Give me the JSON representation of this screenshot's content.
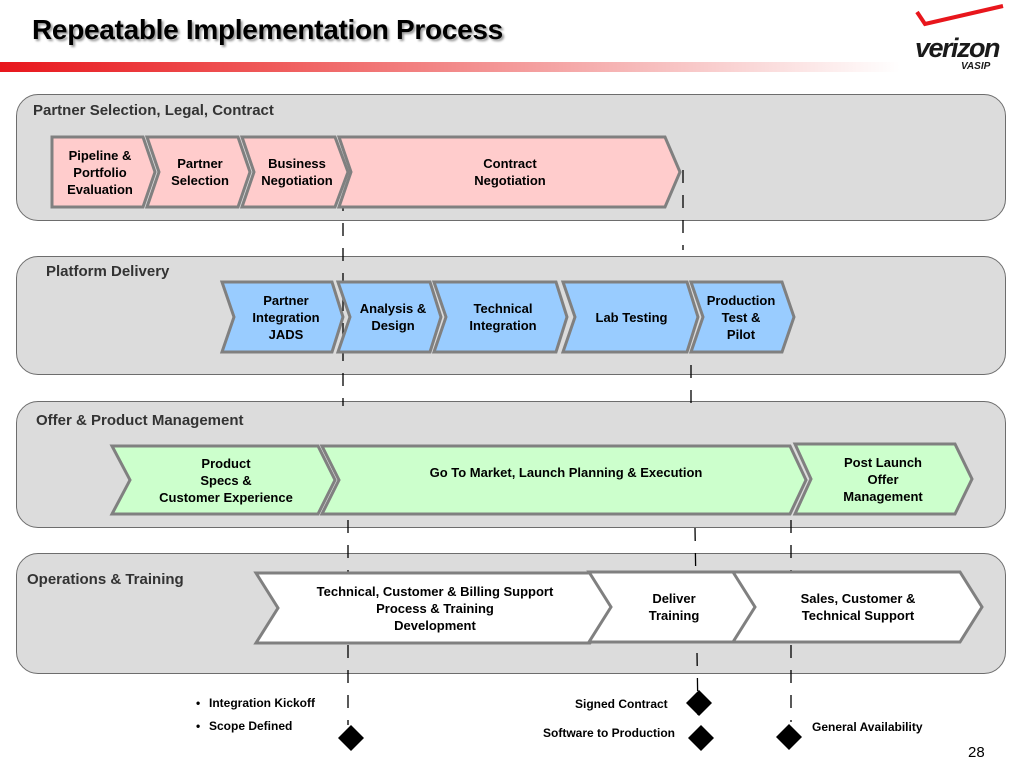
{
  "header": {
    "title": "Repeatable Implementation Process",
    "logo_wordmark": "verizon",
    "logo_subtext": "VASIP"
  },
  "colors": {
    "title_bar_red": "#e8161c",
    "lane_fill": "#dcdcdc",
    "legal_fill": "#ffcccc",
    "platform_fill": "#99ccff",
    "offer_fill": "#ccffcc",
    "ops_fill": "#ffffff",
    "shape_border": "#808080",
    "milestone": "#000000"
  },
  "lanes": [
    {
      "title": "Partner Selection, Legal, Contract"
    },
    {
      "title": "Platform Delivery"
    },
    {
      "title": "Offer & Product Management"
    },
    {
      "title": "Operations & Training"
    }
  ],
  "steps": {
    "pipeline": "Pipeline &\nPortfolio\nEvaluation",
    "partner_selection": "Partner\nSelection",
    "business_negotiation": "Business\nNegotiation",
    "contract_negotiation": "Contract\nNegotiation",
    "partner_integration": "Partner\nIntegration\nJADS",
    "analysis_design": "Analysis &\nDesign",
    "technical_integration": "Technical\nIntegration",
    "lab_testing": "Lab Testing",
    "production_test": "Production\nTest &\nPilot",
    "product_specs": "Product\nSpecs &\nCustomer Experience",
    "go_to_market": "Go To Market, Launch Planning & Execution",
    "post_launch": "Post Launch\nOffer\nManagement",
    "support_process": "Technical, Customer & Billing Support\nProcess  & Training\nDevelopment",
    "deliver_training": "Deliver\nTraining",
    "sales_support": "Sales, Customer &\nTechnical Support"
  },
  "milestones": {
    "kickoff_bullets": [
      "Integration Kickoff",
      "Scope Defined"
    ],
    "signed_contract": "Signed Contract",
    "software_to_production": "Software to Production",
    "general_availability": "General Availability"
  },
  "footer": {
    "page_number": "28"
  }
}
